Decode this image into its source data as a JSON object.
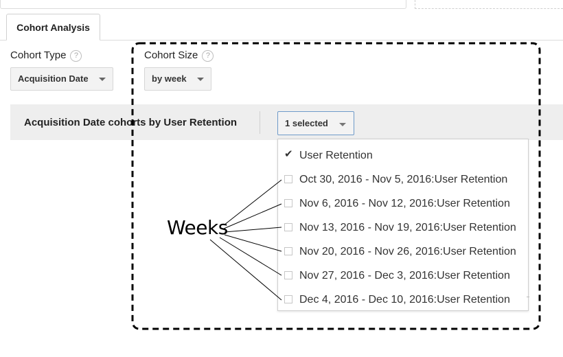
{
  "tabs": [
    {
      "label": "Cohort Analysis"
    }
  ],
  "cohort_type": {
    "label": "Cohort Type",
    "help": "?",
    "value": "Acquisition Date"
  },
  "cohort_size": {
    "label": "Cohort Size",
    "help": "?",
    "value": "by week"
  },
  "report": {
    "title": "Acquisition Date cohorts by User Retention",
    "selector_value": "1 selected"
  },
  "menu": {
    "items": [
      {
        "label": "User Retention",
        "checked": true
      },
      {
        "label": "Oct 30, 2016 - Nov 5, 2016:User Retention",
        "checked": false
      },
      {
        "label": "Nov 6, 2016 - Nov 12, 2016:User Retention",
        "checked": false
      },
      {
        "label": "Nov 13, 2016 - Nov 19, 2016:User Retention",
        "checked": false
      },
      {
        "label": "Nov 20, 2016 - Nov 26, 2016:User Retention",
        "checked": false
      },
      {
        "label": "Nov 27, 2016 - Dec 3, 2016:User Retention",
        "checked": false
      },
      {
        "label": "Dec 4, 2016 - Dec 10, 2016:User Retention",
        "checked": false
      }
    ]
  },
  "annotation": {
    "label": "Weeks"
  },
  "icons": {
    "check": "check-icon",
    "help": "help-icon",
    "caret": "caret-down-icon"
  }
}
